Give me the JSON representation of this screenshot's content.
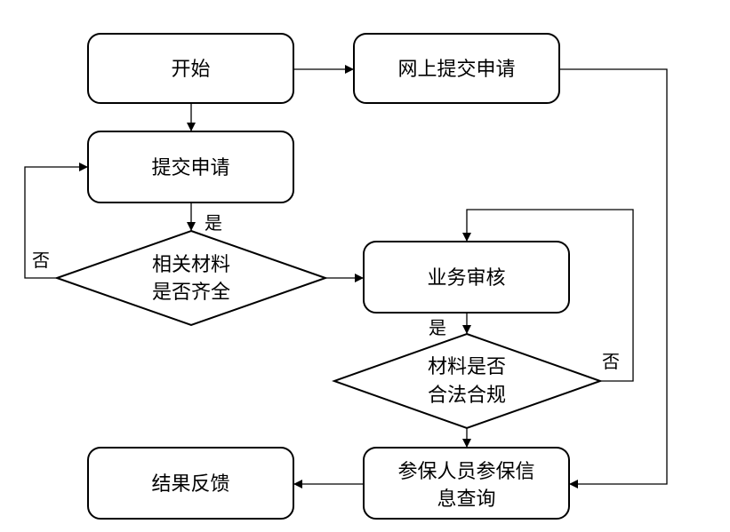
{
  "nodes": {
    "start": {
      "label": "开始"
    },
    "online_submit": {
      "label": "网上提交申请"
    },
    "submit": {
      "label": "提交申请"
    },
    "materials_check": {
      "line1": "相关材料",
      "line2": "是否齐全"
    },
    "business_review": {
      "label": "业务审核"
    },
    "legal_check": {
      "line1": "材料是否",
      "line2": "合法合规"
    },
    "info_query": {
      "line1": "参保人员参保信",
      "line2": "息查询"
    },
    "feedback": {
      "label": "结果反馈"
    }
  },
  "edge_labels": {
    "materials_yes": "是",
    "materials_no": "否",
    "legal_yes": "是",
    "legal_no": "否"
  }
}
